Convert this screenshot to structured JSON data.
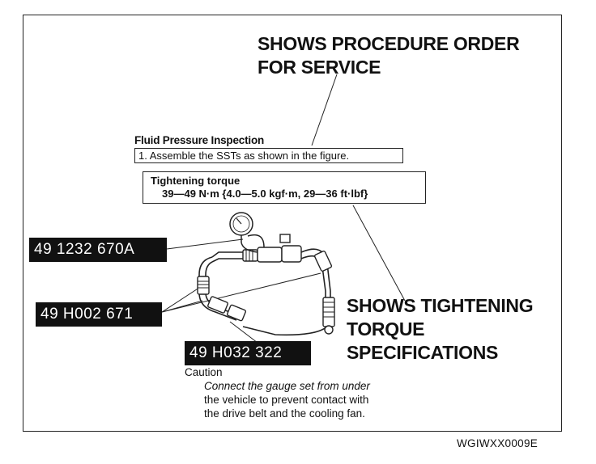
{
  "callouts": {
    "procedure_line1": "SHOWS PROCEDURE ORDER",
    "procedure_line2": "FOR SERVICE",
    "torque_line1": "SHOWS TIGHTENING",
    "torque_line2": "TORQUE",
    "torque_line3": "SPECIFICATIONS"
  },
  "procedure": {
    "title": "Fluid Pressure Inspection",
    "step1": "1. Assemble the SSTs as shown in the figure."
  },
  "torque": {
    "title": "Tightening torque",
    "spec": "39—49 N·m {4.0—5.0 kgf·m, 29—36 ft·lbf}"
  },
  "parts": {
    "part1": "49 1232 670A",
    "part2": "49 H002 671",
    "part3": "49 H032 322"
  },
  "caution": {
    "title": "Caution",
    "line1": "Connect the gauge set from under",
    "line2": "the vehicle to prevent contact with",
    "line3": "the drive belt and the cooling fan."
  },
  "figure_code": "WGIWXX0009E",
  "colors": {
    "ink": "#111111",
    "label_bg": "#111111",
    "label_text": "#ffffff",
    "paper": "#ffffff"
  },
  "icons": {
    "gauge": "pressure-gauge-icon",
    "hose": "hose-assembly"
  }
}
